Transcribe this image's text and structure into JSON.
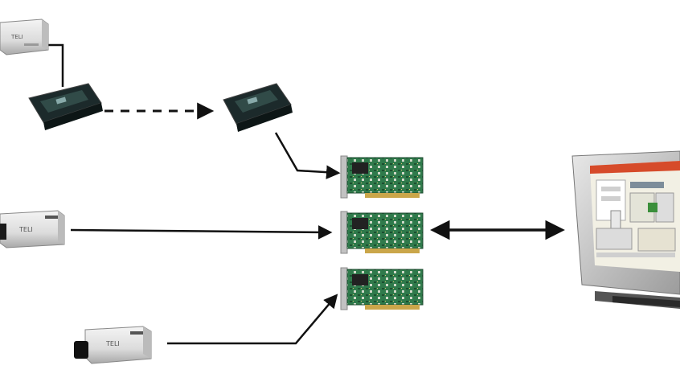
{
  "camera_label": "TELI",
  "colors": {
    "background": "#ffffff",
    "arrow": "#111111",
    "camera_body": "#e6e6e6",
    "camera_shadow": "#9a9a9a",
    "adapter_dark": "#1d2a2a",
    "pcb_green": "#2e7d4f",
    "pcb_bracket": "#b9b9b9",
    "monitor_frame": "#d5d5d5",
    "screen_bg": "#f0efe6",
    "screen_bar": "#d94a2a"
  },
  "nodes": {
    "cameras": [
      "camera-top",
      "camera-middle",
      "camera-bottom"
    ],
    "adapters": [
      "adapter-left",
      "adapter-right"
    ],
    "capture_cards": [
      "capture-card-top",
      "capture-card-middle",
      "capture-card-bottom"
    ],
    "computer": "computer-monitor"
  }
}
